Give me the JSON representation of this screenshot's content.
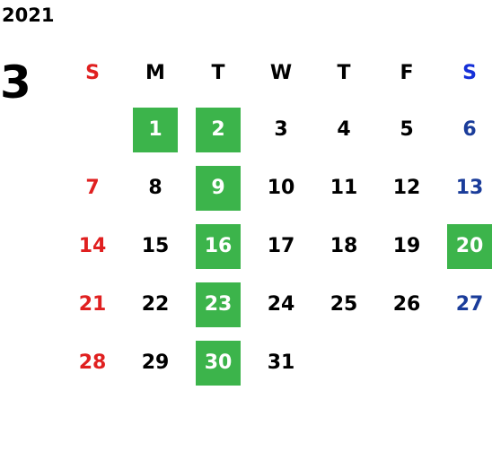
{
  "calendar": {
    "year": "2021",
    "month": "3",
    "weekdays": [
      "S",
      "M",
      "T",
      "W",
      "T",
      "F",
      "S"
    ],
    "weeks": [
      [
        "",
        "1",
        "2",
        "3",
        "4",
        "5",
        "6"
      ],
      [
        "7",
        "8",
        "9",
        "10",
        "11",
        "12",
        "13"
      ],
      [
        "14",
        "15",
        "16",
        "17",
        "18",
        "19",
        "20"
      ],
      [
        "21",
        "22",
        "23",
        "24",
        "25",
        "26",
        "27"
      ],
      [
        "28",
        "29",
        "30",
        "31",
        "",
        "",
        ""
      ]
    ],
    "highlighted_days": [
      "1",
      "2",
      "9",
      "16",
      "20",
      "23",
      "30"
    ]
  },
  "colors": {
    "sunday": "#e02020",
    "saturday": "#1a3c9a",
    "saturday_header": "#1530d8",
    "highlight": "#3cb44b",
    "highlight_text": "#ffffff"
  }
}
